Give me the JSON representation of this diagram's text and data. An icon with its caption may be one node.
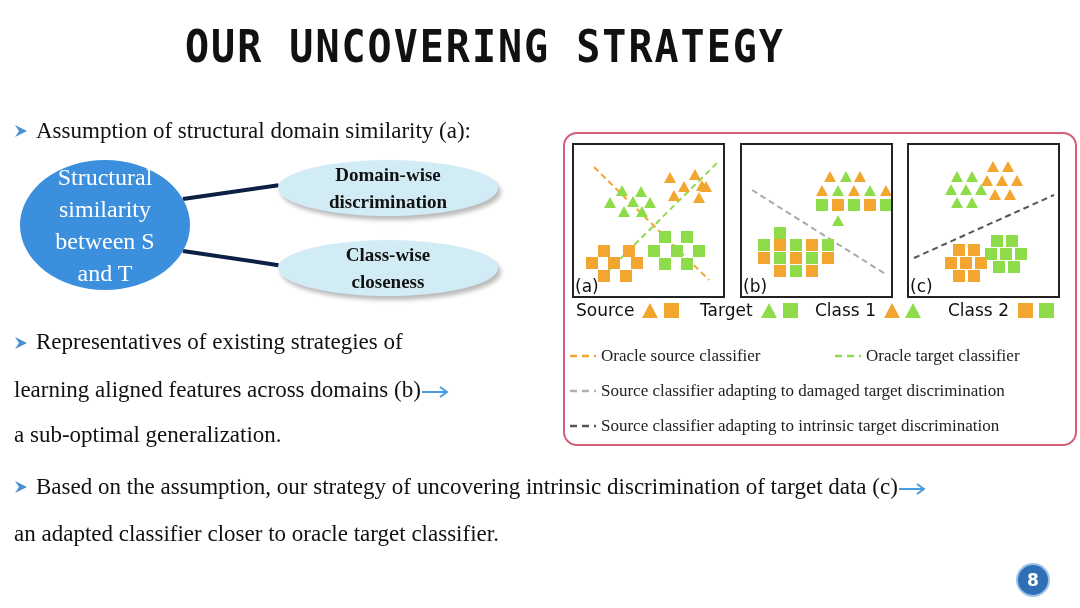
{
  "diagram": {
    "title": "OUR UNCOVERING STRATEGY",
    "nodes": [
      {
        "text": [
          "Structural similarity between S and T"
        ]
      },
      {
        "text": [
          "Domain-wise discrimination"
        ]
      },
      {
        "text": [
          "Class-wise closeness"
        ]
      },
      {
        "text": [
          "(a)"
        ]
      },
      {
        "text": [
          "(b)"
        ]
      },
      {
        "text": [
          "(c)"
        ]
      }
    ],
    "edges": [
      {
        "from": 0,
        "to": 1,
        "arrow": "none"
      },
      {
        "from": 0,
        "to": 2,
        "arrow": "none"
      }
    ],
    "labels": [
      "Assumption of structural domain similarity (a):",
      "Representatives of existing strategies of learning aligned features across domains (b)",
      "a sub-optimal generalization.",
      "Based on the assumption, our strategy of uncovering intrinsic discrimination of target data (c)",
      "an adapted classifier closer to oracle target classifier.",
      "8"
    ],
    "legend": [
      {
        "text": "Source"
      },
      {
        "text": "Target"
      },
      {
        "text": "Class 1"
      },
      {
        "text": "Class 2"
      },
      {
        "text": "Oracle source classifier"
      },
      {
        "text": "Oracle target classifier"
      },
      {
        "text": "Source classifier adapting to damaged target discrimination"
      },
      {
        "text": "Source classifier adapting to intrinsic target discrimination"
      }
    ]
  }
}
